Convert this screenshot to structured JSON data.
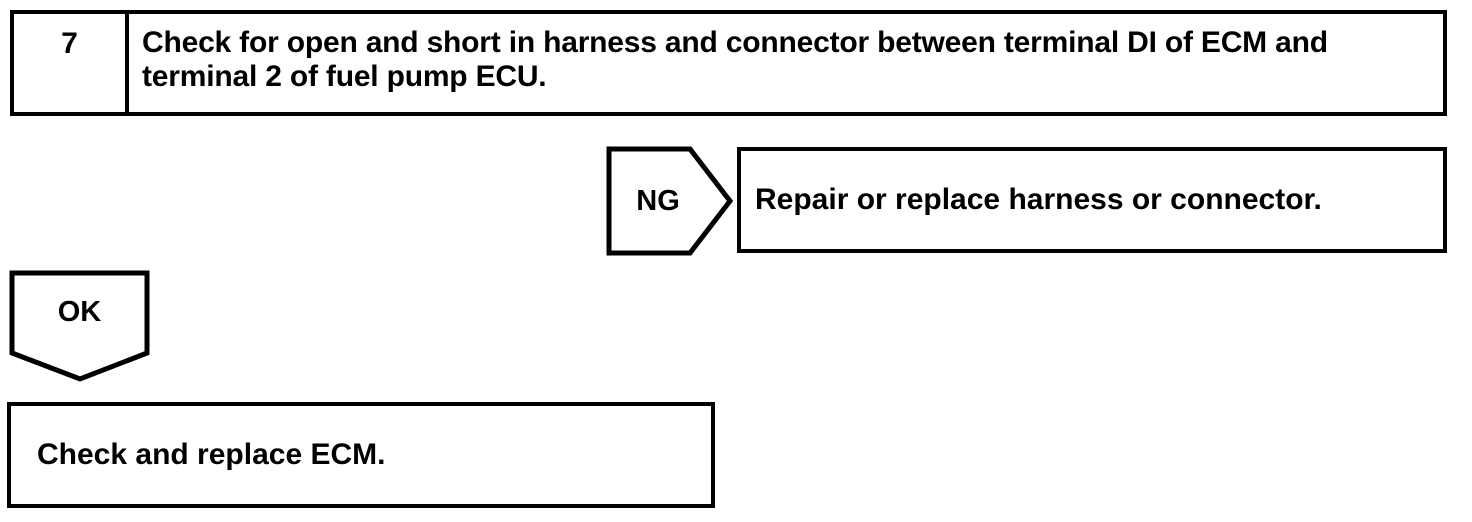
{
  "colors": {
    "ink": "#000000",
    "paper": "#ffffff"
  },
  "flowchart": {
    "step": {
      "number": "7",
      "instruction": "Check for open and short in harness and connector between terminal DI of ECM and terminal 2 of fuel pump ECU."
    },
    "ng_branch": {
      "label": "NG",
      "action": "Repair or replace harness or connector."
    },
    "ok_branch": {
      "label": "OK",
      "action": "Check and replace ECM."
    }
  }
}
